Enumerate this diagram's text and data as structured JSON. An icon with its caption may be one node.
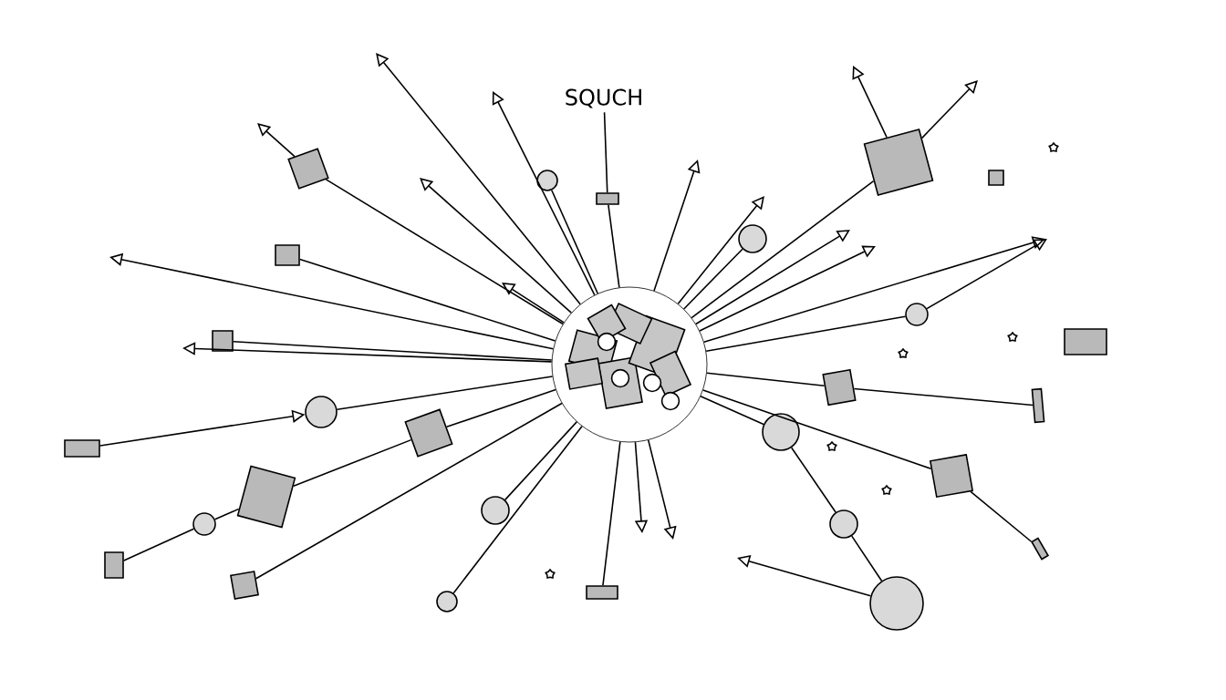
{
  "diagram": {
    "nodes": [
      {
        "text": [],
        "shape": "picture"
      },
      {
        "text": [],
        "shape": "box"
      },
      {
        "text": [],
        "shape": "box"
      },
      {
        "text": [],
        "shape": "box"
      },
      {
        "text": [],
        "shape": "box"
      },
      {
        "text": [],
        "shape": "box"
      },
      {
        "text": [],
        "shape": "circle"
      },
      {
        "text": [],
        "shape": "circle"
      },
      {
        "text": [],
        "shape": "box"
      },
      {
        "text": [],
        "shape": "circle"
      },
      {
        "text": [],
        "shape": "box"
      },
      {
        "text": [],
        "shape": "box"
      },
      {
        "text": [],
        "shape": "circle"
      },
      {
        "text": [],
        "shape": "box"
      },
      {
        "text": [],
        "shape": "box"
      },
      {
        "text": [],
        "shape": "circle"
      },
      {
        "text": [],
        "shape": "circle"
      },
      {
        "text": [],
        "shape": "box"
      },
      {
        "text": [],
        "shape": "circle"
      },
      {
        "text": [],
        "shape": "box"
      },
      {
        "text": [],
        "shape": "circle"
      },
      {
        "text": [],
        "shape": "circle"
      },
      {
        "text": [],
        "shape": "box"
      },
      {
        "text": [],
        "shape": "box"
      },
      {
        "text": [
          "SQUCH"
        ]
      },
      {
        "text": [],
        "shape": "box"
      },
      {
        "text": [],
        "shape": "box"
      },
      {
        "text": [],
        "shape": "circle"
      },
      {
        "text": [],
        "shape": "box"
      }
    ],
    "edges": [
      {
        "from": 0,
        "to": 1,
        "arrow": "none"
      },
      {
        "from": 0,
        "to": 2,
        "arrow": "none"
      },
      {
        "from": 0,
        "to": 3,
        "arrow": "none"
      },
      {
        "from": 0,
        "to": 4,
        "arrow": "none"
      },
      {
        "from": 22,
        "to": 5,
        "arrow": "none"
      },
      {
        "from": 0,
        "to": 6,
        "arrow": "none"
      },
      {
        "from": 8,
        "to": 6,
        "arrow": "to"
      },
      {
        "from": 5,
        "to": 7,
        "arrow": "none"
      },
      {
        "from": 0,
        "to": 9,
        "arrow": "none"
      },
      {
        "from": 0,
        "to": 10,
        "arrow": "none"
      },
      {
        "from": 10,
        "to": 14,
        "arrow": "none"
      },
      {
        "from": 0,
        "to": 11,
        "arrow": "none"
      },
      {
        "from": 11,
        "to": 28,
        "arrow": "none"
      },
      {
        "from": 9,
        "to": 15,
        "arrow": "none"
      },
      {
        "from": 15,
        "to": 12,
        "arrow": "none"
      },
      {
        "from": 0,
        "to": 16,
        "arrow": "none"
      },
      {
        "from": 0,
        "to": 17,
        "arrow": "none"
      },
      {
        "from": 0,
        "to": 18,
        "arrow": "none"
      },
      {
        "from": 0,
        "to": 19,
        "arrow": "none"
      },
      {
        "from": 0,
        "to": 20,
        "arrow": "none"
      },
      {
        "from": 0,
        "to": 21,
        "arrow": "none"
      },
      {
        "from": 0,
        "to": 22,
        "arrow": "none"
      },
      {
        "from": 7,
        "to": 23,
        "arrow": "none"
      },
      {
        "from": 24,
        "to": 25,
        "arrow": "none"
      },
      {
        "from": 25,
        "to": 0,
        "arrow": "none"
      },
      {
        "from": 0,
        "to": 27,
        "arrow": "none"
      },
      {
        "from": 1,
        "to": null,
        "arrow": "to"
      },
      {
        "from": 2,
        "to": null,
        "arrow": "to"
      },
      {
        "from": 2,
        "to": null,
        "arrow": "to"
      },
      {
        "from": 12,
        "to": null,
        "arrow": "to"
      },
      {
        "from": 0,
        "to": null,
        "arrow": "to"
      },
      {
        "from": 0,
        "to": null,
        "arrow": "to"
      },
      {
        "from": 0,
        "to": null,
        "arrow": "to"
      },
      {
        "from": 0,
        "to": null,
        "arrow": "to"
      },
      {
        "from": 0,
        "to": null,
        "arrow": "to"
      },
      {
        "from": 0,
        "to": null,
        "arrow": "to"
      },
      {
        "from": 0,
        "to": null,
        "arrow": "to"
      },
      {
        "from": 0,
        "to": null,
        "arrow": "to"
      },
      {
        "from": 0,
        "to": null,
        "arrow": "to"
      },
      {
        "from": 0,
        "to": null,
        "arrow": "to"
      },
      {
        "from": 0,
        "to": null,
        "arrow": "to"
      },
      {
        "from": 0,
        "to": null,
        "arrow": "to"
      },
      {
        "from": 0,
        "to": null,
        "arrow": "to"
      },
      {
        "from": 21,
        "to": null,
        "arrow": "to"
      }
    ]
  }
}
